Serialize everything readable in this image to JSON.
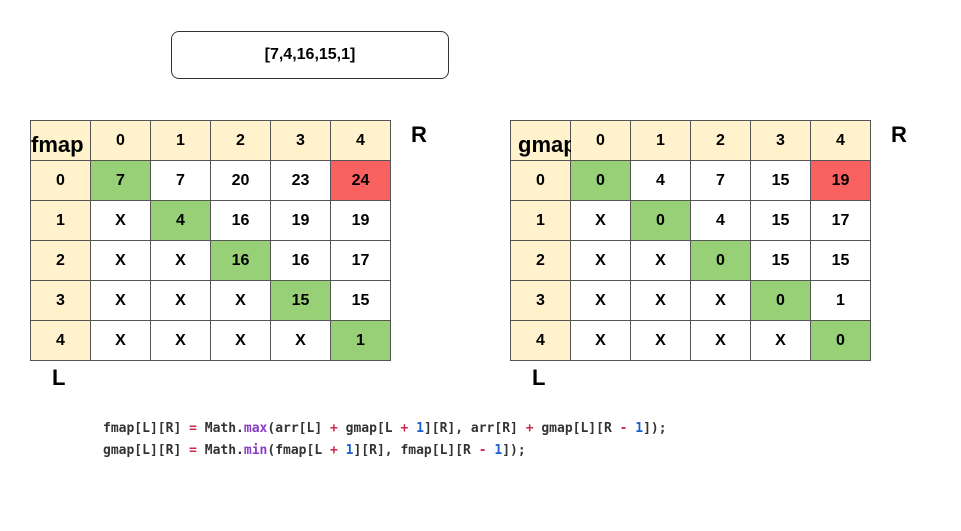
{
  "array_label": "[7,4,16,15,1]",
  "fmap": {
    "title": "fmap",
    "r_label": "R",
    "l_label": "L",
    "col_headers": [
      "0",
      "1",
      "2",
      "3",
      "4"
    ],
    "row_headers": [
      "0",
      "1",
      "2",
      "3",
      "4"
    ],
    "rows": [
      [
        "7",
        "7",
        "20",
        "23",
        "24"
      ],
      [
        "X",
        "4",
        "16",
        "19",
        "19"
      ],
      [
        "X",
        "X",
        "16",
        "16",
        "17"
      ],
      [
        "X",
        "X",
        "X",
        "15",
        "15"
      ],
      [
        "X",
        "X",
        "X",
        "X",
        "1"
      ]
    ]
  },
  "gmap": {
    "title": "gmap",
    "r_label": "R",
    "l_label": "L",
    "col_headers": [
      "0",
      "1",
      "2",
      "3",
      "4"
    ],
    "row_headers": [
      "0",
      "1",
      "2",
      "3",
      "4"
    ],
    "rows": [
      [
        "0",
        "4",
        "7",
        "15",
        "19"
      ],
      [
        "X",
        "0",
        "4",
        "15",
        "17"
      ],
      [
        "X",
        "X",
        "0",
        "15",
        "15"
      ],
      [
        "X",
        "X",
        "X",
        "0",
        "1"
      ],
      [
        "X",
        "X",
        "X",
        "X",
        "0"
      ]
    ]
  },
  "colors": {
    "header": "#fff2cc",
    "diagonal": "#97d077",
    "result": "#f8615f"
  },
  "code": {
    "line1": "fmap[L][R] = Math.max(arr[L] + gmap[L + 1][R], arr[R] + gmap[L][R - 1]);",
    "line2": "gmap[L][R] = Math.min(fmap[L + 1][R], fmap[L][R - 1]);"
  }
}
